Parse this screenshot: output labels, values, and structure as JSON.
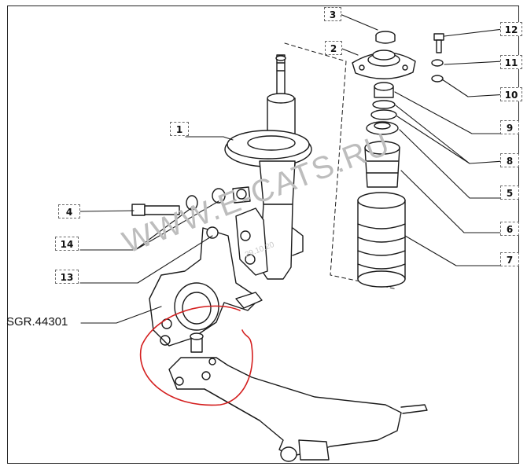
{
  "diagram": {
    "callouts": [
      {
        "id": "1",
        "label": "1"
      },
      {
        "id": "2",
        "label": "2"
      },
      {
        "id": "3",
        "label": "3"
      },
      {
        "id": "4",
        "label": "4"
      },
      {
        "id": "5",
        "label": "5"
      },
      {
        "id": "6",
        "label": "6"
      },
      {
        "id": "7",
        "label": "7"
      },
      {
        "id": "8",
        "label": "8"
      },
      {
        "id": "9",
        "label": "9"
      },
      {
        "id": "10",
        "label": "10"
      },
      {
        "id": "11",
        "label": "11"
      },
      {
        "id": "12",
        "label": "12"
      },
      {
        "id": "13",
        "label": "13"
      },
      {
        "id": "14",
        "label": "14"
      }
    ],
    "assembly_label": "SGR.44301",
    "watermark": "WWW.E-CATS.RU",
    "watermark_date": "29.10.20",
    "colors": {
      "ink": "#1a1a1a",
      "highlight": "#d41f1f",
      "watermark": "#bdbdbd"
    }
  }
}
